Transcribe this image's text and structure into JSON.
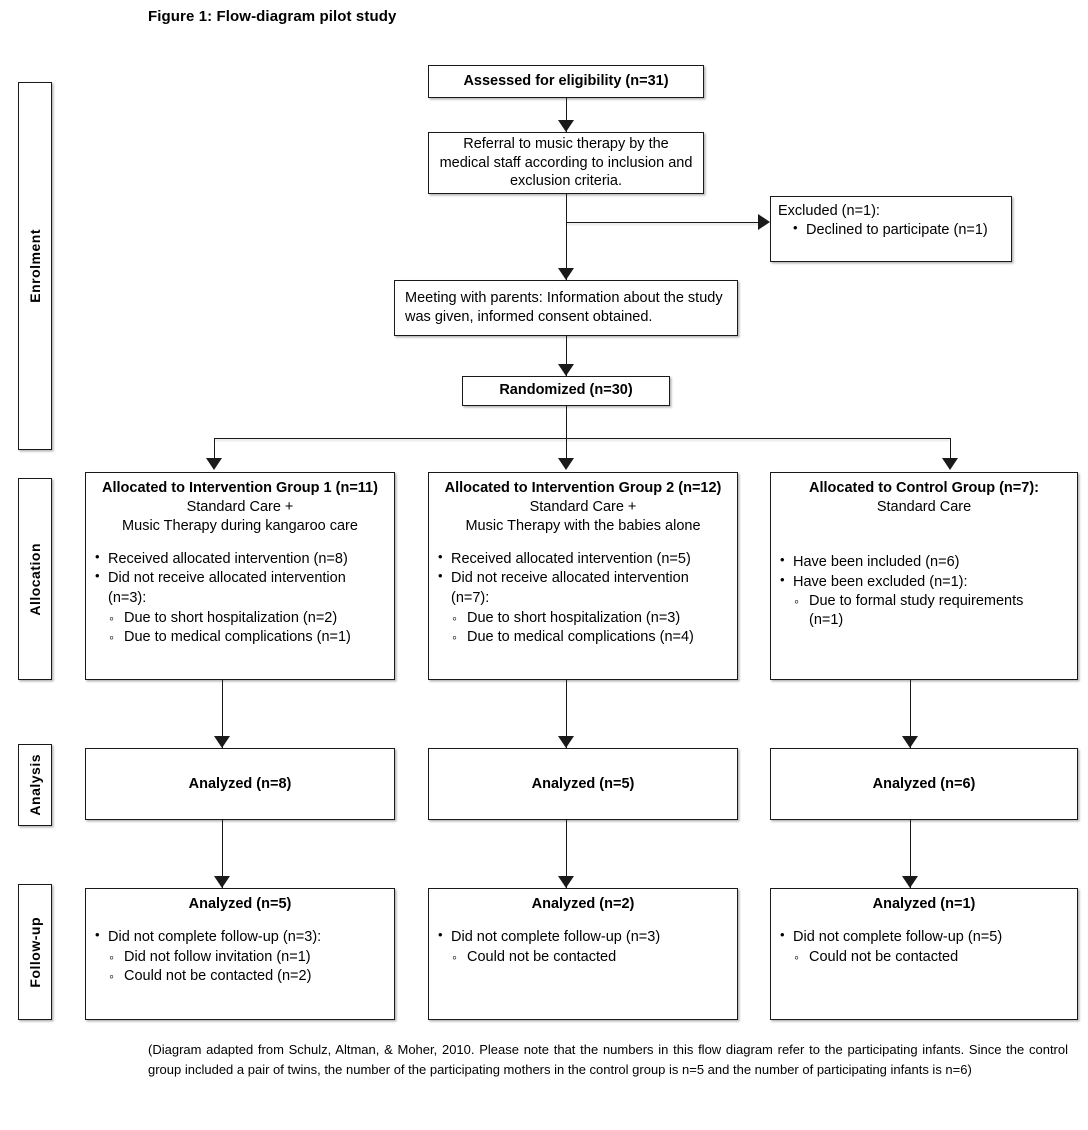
{
  "figure": {
    "title": "Figure 1: Flow-diagram pilot study"
  },
  "stages": [
    {
      "label": "Enrolment"
    },
    {
      "label": "Allocation"
    },
    {
      "label": "Analysis"
    },
    {
      "label": "Follow-up"
    }
  ],
  "enrolment": {
    "assessed": "Assessed for eligibility (n=31)",
    "referral": "Referral to music therapy by the medical staff according to inclusion and exclusion criteria.",
    "excluded_title": "Excluded (n=1):",
    "excluded_items": [
      "Declined to participate (n=1)"
    ],
    "meeting": "Meeting with parents: Information about the study was given, informed consent obtained.",
    "randomized": "Randomized (n=30)"
  },
  "allocation": {
    "groups": [
      {
        "title": "Allocated to Intervention Group 1 (n=11)",
        "subtitle_lines": [
          "Standard Care +",
          "Music Therapy during kangaroo care"
        ],
        "bullets": [
          {
            "text": "Received allocated intervention (n=8)",
            "cont": "",
            "sub": []
          },
          {
            "text": "Did not receive allocated intervention",
            "cont": "(n=3):",
            "sub": [
              "Due to short hospitalization (n=2)",
              "Due to medical complications (n=1)"
            ]
          }
        ]
      },
      {
        "title": "Allocated to Intervention Group 2 (n=12)",
        "subtitle_lines": [
          "Standard Care +",
          "Music Therapy with the babies alone"
        ],
        "bullets": [
          {
            "text": "Received allocated intervention (n=5)",
            "cont": "",
            "sub": []
          },
          {
            "text": "Did not receive allocated intervention",
            "cont": "(n=7):",
            "sub": [
              "Due to short hospitalization (n=3)",
              "Due to medical complications (n=4)"
            ]
          }
        ]
      },
      {
        "title": "Allocated to Control Group (n=7):",
        "subtitle_lines": [
          "Standard Care"
        ],
        "bullets": [
          {
            "text": "Have been included (n=6)",
            "cont": "",
            "sub": []
          },
          {
            "text": "Have been excluded (n=1):",
            "cont": "",
            "sub": [
              "Due to formal study requirements",
              "(n=1)"
            ]
          }
        ]
      }
    ]
  },
  "analysis": {
    "boxes": [
      {
        "title": "Analyzed (n=8)"
      },
      {
        "title": "Analyzed (n=5)"
      },
      {
        "title": "Analyzed (n=6)"
      }
    ]
  },
  "followup": {
    "boxes": [
      {
        "title": "Analyzed (n=5)",
        "bullets": [
          {
            "text": "Did not complete follow-up (n=3):",
            "sub": [
              "Did not follow invitation (n=1)",
              "Could not be contacted (n=2)"
            ]
          }
        ]
      },
      {
        "title": "Analyzed (n=2)",
        "bullets": [
          {
            "text": "Did not complete follow-up (n=3)",
            "sub": [
              "Could not be contacted"
            ]
          }
        ]
      },
      {
        "title": "Analyzed (n=1)",
        "bullets": [
          {
            "text": "Did not complete follow-up (n=5)",
            "sub": [
              "Could not be contacted"
            ]
          }
        ]
      }
    ]
  },
  "footnote": {
    "text": "(Diagram adapted from Schulz, Altman, & Moher, 2010. Please note that the numbers in this flow diagram refer to the participating infants. Since the control group included a pair of twins, the number of the participating mothers in the control group is n=5 and the number of participating infants is n=6)"
  },
  "colors": {
    "stroke": "#1a1a1a",
    "background": "#ffffff"
  }
}
